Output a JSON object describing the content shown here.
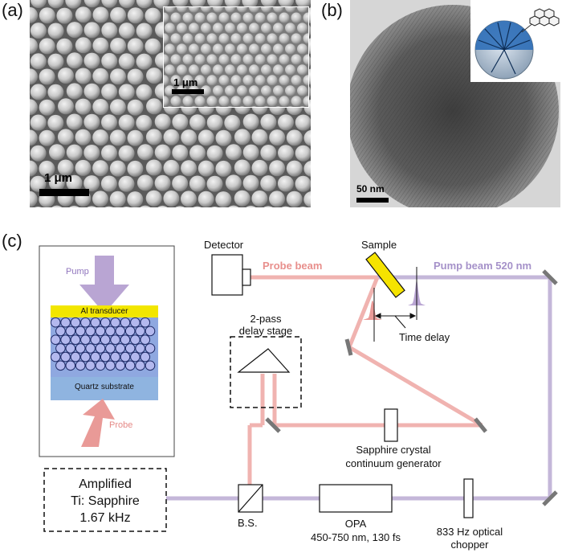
{
  "panels": {
    "a": {
      "label": "(a)",
      "scale_main": "1 μm",
      "scale_inset": "1 μm"
    },
    "b": {
      "label": "(b)",
      "scale": "50 nm"
    },
    "c": {
      "label": "(c)",
      "inset": {
        "pump": "Pump",
        "transducer": "Al transducer",
        "substrate": "Quartz  substrate",
        "probe": "Probe"
      },
      "laser": {
        "line1": "Amplified",
        "line2": "Ti: Sapphire",
        "line3": "1.67 kHz"
      },
      "labels": {
        "detector": "Detector",
        "probe_beam": "Probe beam",
        "sample": "Sample",
        "pump_beam": "Pump beam 520 nm",
        "delay_stage_1": "2-pass",
        "delay_stage_2": "delay stage",
        "time_delay": "Time delay",
        "sapphire_1": "Sapphire crystal",
        "sapphire_2": "continuum generator",
        "bs": "B.S.",
        "opa_1": "OPA",
        "opa_2": "450-750 nm,  130 fs",
        "chopper_1": "833 Hz optical",
        "chopper_2": "chopper"
      }
    }
  },
  "colors": {
    "pump_beam": "#c4b7d9",
    "probe_beam": "#f0b3b0",
    "transducer": "#f2e600",
    "substrate": "#8fb4e0",
    "sphere": "#b3b8ee",
    "mirror": "#777777",
    "pump_arrow": "#b9a5d3",
    "probe_arrow": "#e99a97"
  }
}
